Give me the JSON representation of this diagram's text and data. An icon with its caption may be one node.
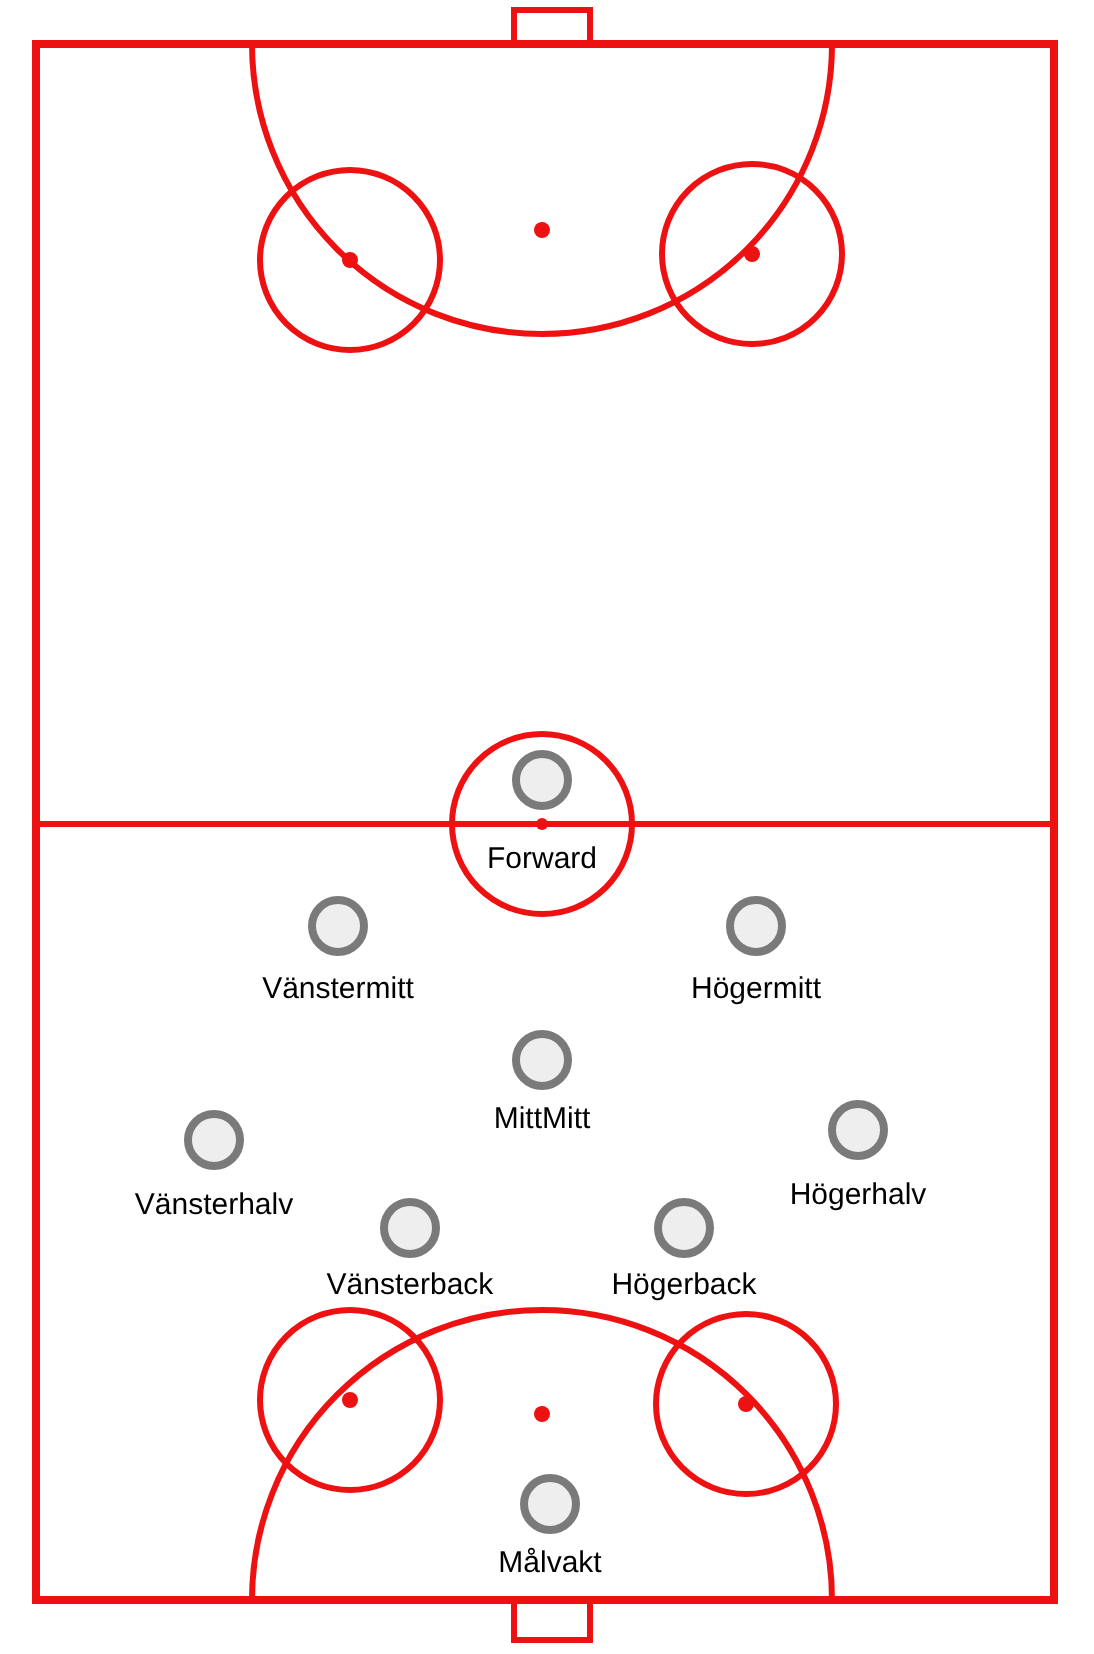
{
  "diagram": {
    "nodes": [
      {
        "text": [],
        "shape": "circle",
        "beside": [
          "Forward"
        ]
      },
      {
        "text": [],
        "shape": "circle",
        "beside": [
          "Vänstermitt"
        ]
      },
      {
        "text": [],
        "shape": "circle",
        "beside": [
          "Högermitt"
        ]
      },
      {
        "text": [],
        "shape": "circle",
        "beside": [
          "MittMitt"
        ]
      },
      {
        "text": [],
        "shape": "circle",
        "beside": [
          "Vänsterhalv"
        ]
      },
      {
        "text": [],
        "shape": "circle",
        "beside": [
          "Högerhalv"
        ]
      },
      {
        "text": [],
        "shape": "circle",
        "beside": [
          "Vänsterback"
        ]
      },
      {
        "text": [],
        "shape": "circle",
        "beside": [
          "Högerback"
        ]
      },
      {
        "text": [],
        "shape": "circle",
        "beside": [
          "Målvakt"
        ]
      }
    ]
  }
}
